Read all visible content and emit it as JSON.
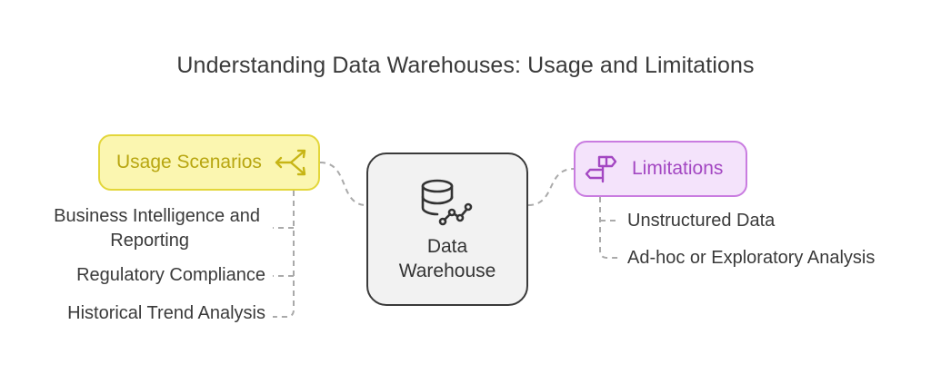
{
  "title": "Understanding Data Warehouses: Usage and Limitations",
  "center": {
    "line1": "Data",
    "line2": "Warehouse",
    "icon": "database-network-icon"
  },
  "usage": {
    "label": "Usage Scenarios",
    "icon": "split-arrows-icon",
    "color": "#e3d63a",
    "fill": "#fbf6b0",
    "items": [
      {
        "line1": "Business Intelligence and",
        "line2": "Reporting"
      },
      {
        "line1": "Regulatory Compliance"
      },
      {
        "line1": "Historical Trend Analysis"
      }
    ]
  },
  "limitations": {
    "label": "Limitations",
    "icon": "signpost-icon",
    "color": "#c97ce0",
    "fill": "#f4e3fb",
    "items": [
      {
        "line1": "Unstructured Data"
      },
      {
        "line1": "Ad-hoc or Exploratory Analysis"
      }
    ]
  }
}
